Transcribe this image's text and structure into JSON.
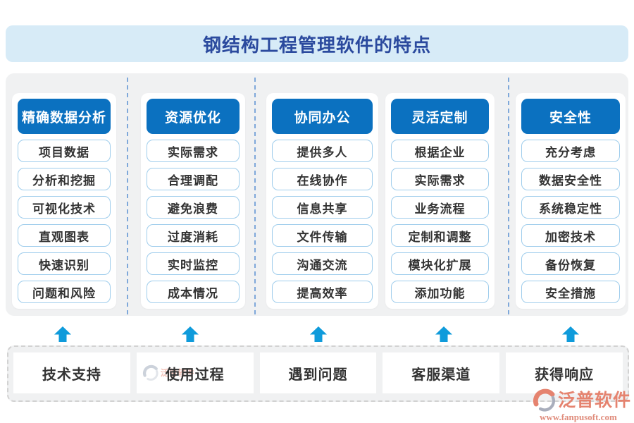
{
  "title": {
    "text": "钢结构工程管理软件的特点"
  },
  "columns": [
    {
      "header": "精确数据分析",
      "items": [
        "项目数据",
        "分析和挖掘",
        "可视化技术",
        "直观图表",
        "快速识别",
        "问题和风险"
      ]
    },
    {
      "header": "资源优化",
      "items": [
        "实际需求",
        "合理调配",
        "避免浪费",
        "过度消耗",
        "实时监控",
        "成本情况"
      ]
    },
    {
      "header": "协同办公",
      "items": [
        "提供多人",
        "在线协作",
        "信息共享",
        "文件传输",
        "沟通交流",
        "提高效率"
      ]
    },
    {
      "header": "灵活定制",
      "items": [
        "根据企业",
        "实际需求",
        "业务流程",
        "定制和调整",
        "模块化扩展",
        "添加功能"
      ]
    },
    {
      "header": "安全性",
      "items": [
        "充分考虑",
        "数据安全性",
        "系统稳定性",
        "加密技术",
        "备份恢复",
        "安全措施"
      ]
    }
  ],
  "footer": {
    "items": [
      "技术支持",
      "使用过程",
      "遇到问题",
      "客服渠道",
      "获得响应"
    ]
  },
  "brand": {
    "name": "泛普软件",
    "website": "www.fanpusoft.com"
  },
  "colors": {
    "header_blue": "#0b71c0",
    "arrow_blue": "#0f9bdb",
    "title_text_blue": "#2b4a9e",
    "title_bg_blue": "#d7ebf7",
    "item_border_blue": "#9fcdec",
    "panel_gray": "#f0f1f2",
    "divider_blue": "#7fa8da",
    "dashed_border_gray": "#d2d2d2",
    "brand_salmon": "#e5836f",
    "text_dark": "#333333"
  }
}
